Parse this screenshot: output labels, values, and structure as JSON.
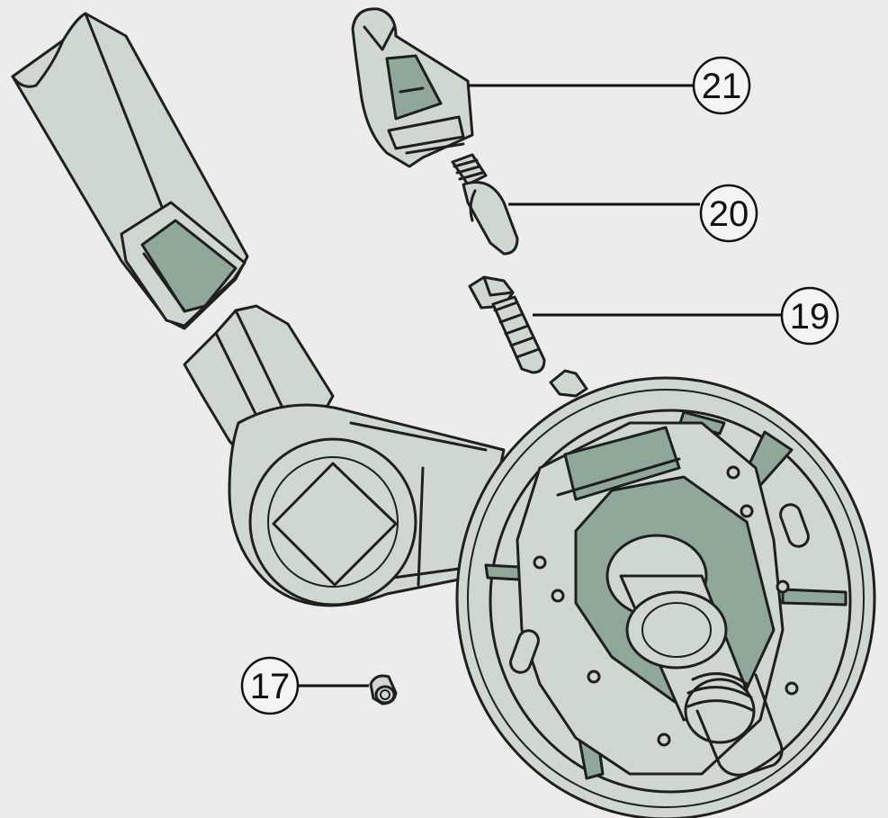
{
  "callouts": [
    {
      "id": "c21",
      "label": "21"
    },
    {
      "id": "c20",
      "label": "20"
    },
    {
      "id": "c19",
      "label": "19"
    },
    {
      "id": "c17",
      "label": "17"
    }
  ],
  "colors": {
    "background": "#ececec",
    "part_fill": "#cfd8d0",
    "part_shadow": "#8fa898",
    "outline": "#1f1f1f"
  }
}
